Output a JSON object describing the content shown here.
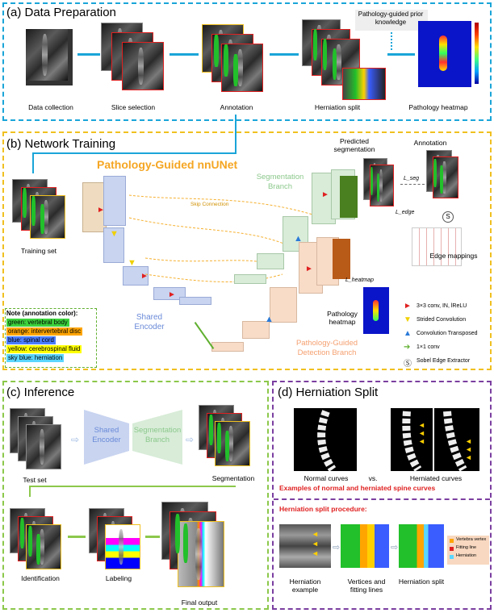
{
  "panel_a": {
    "title": "(a) Data Preparation",
    "captions": [
      "Data collection",
      "Slice selection",
      "Annotation",
      "Herniation split",
      "Pathology heatmap"
    ],
    "prior_knowledge": "Pathology-guided prior knowledge"
  },
  "panel_b": {
    "title": "(b) Network Training",
    "network_title": "Pathology-Guided nnUNet",
    "training_set": "Training set",
    "segmentation_branch": "Segmentation Branch",
    "detection_branch": "Pathology-Guided Detection Branch",
    "shared_encoder": "Shared Encoder",
    "skip_connection": "Skip Connection",
    "predicted_segmentation": "Predicted segmentation",
    "annotation": "Annotation",
    "l_seg": "L_seg",
    "l_edge": "L_edge",
    "l_heatmap": "L_heatmap",
    "edge_mappings": "Edge mappings",
    "pathology_heatmap": "Pathology heatmap",
    "note_title": "Note (annotation color):",
    "note_items": [
      {
        "text": "green: vertebral body",
        "color": "#3cd23c"
      },
      {
        "text": "orange: intervertebral disc",
        "color": "#ffa500"
      },
      {
        "text": "blue: spinal cord",
        "color": "#4a7dff"
      },
      {
        "text": "yellow: cerebrospinal fluid",
        "color": "#ffff00"
      },
      {
        "text": "sky blue: herniation",
        "color": "#5bd6ff"
      }
    ],
    "legend": [
      {
        "text": "3×3 conv, IN, lReLU",
        "icon": "red-arrow-icon"
      },
      {
        "text": "Strided Convolution",
        "icon": "yellow-down-arrow-icon"
      },
      {
        "text": "Convolution Transposed",
        "icon": "blue-up-arrow-icon"
      },
      {
        "text": "1×1 conv",
        "icon": "green-arrow-icon"
      },
      {
        "text": "Sobel Edge Extractor",
        "icon": "sobel-s-icon"
      }
    ]
  },
  "panel_c": {
    "title": "(c) Inference",
    "test_set": "Test set",
    "shared_encoder": "Shared Encoder",
    "segmentation_branch": "Segmentation Branch",
    "segmentation": "Segmentation",
    "identification": "Identification",
    "labeling": "Labeling",
    "final_output": "Final output"
  },
  "panel_d": {
    "title": "(d) Herniation Split",
    "normal_curves": "Normal curves",
    "vs": "vs.",
    "herniated_curves": "Herniated curves",
    "examples_caption": "Examples of normal and herniated spine curves",
    "procedure_title": "Herniation split procedure:",
    "herniation_example": "Herniation example",
    "vertices_fitting": "Vertices and fitting lines",
    "herniation_split": "Herniation split",
    "legend": [
      "Vertebra vertex",
      "Fitting line",
      "Herniation"
    ]
  },
  "colors": {
    "panel_a_border": "#1aa5d8",
    "panel_b_border": "#f0c020",
    "panel_c_border": "#8cc84b",
    "panel_d_border": "#7b3fa0",
    "accent_orange": "#f5a623",
    "red_text": "#e02020"
  }
}
